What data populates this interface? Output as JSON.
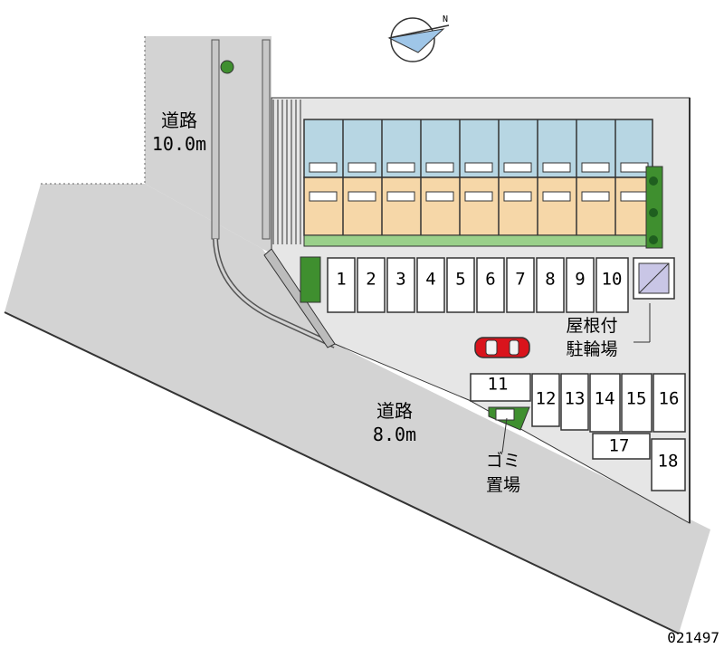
{
  "roads": {
    "upper": {
      "name": "道路",
      "width": "10.0m"
    },
    "lower": {
      "name": "道路",
      "width": "8.0m"
    }
  },
  "facilities": {
    "bicycle_parking": {
      "line1": "屋根付",
      "line2": "駐輪場"
    },
    "garbage": {
      "line1": "ゴミ",
      "line2": "置場"
    }
  },
  "parking_slots": [
    "1",
    "2",
    "3",
    "4",
    "5",
    "6",
    "7",
    "8",
    "9",
    "10",
    "11",
    "12",
    "13",
    "14",
    "15",
    "16",
    "17",
    "18"
  ],
  "property_code": "021497",
  "icons": {
    "compass": "compass-north-icon",
    "car": "car-icon",
    "tree": "tree-icon"
  },
  "colors": {
    "road": "#d3d3d3",
    "lot": "#e6e6e6",
    "building_roof": "#b7d6e3",
    "building_floor": "#f6d7a8",
    "greenery": "#3f8f2f",
    "car": "#d9141c"
  }
}
